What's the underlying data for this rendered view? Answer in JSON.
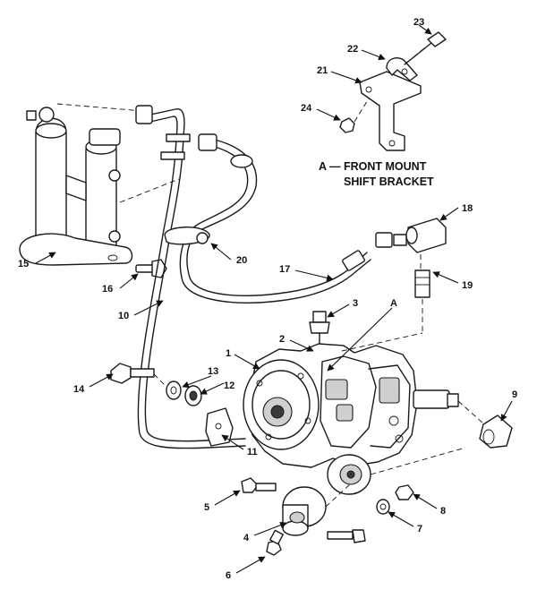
{
  "caption": {
    "prefix": "A —",
    "line1": "FRONT MOUNT",
    "line2": "SHIFT BRACKET"
  },
  "callouts": {
    "c1": "1",
    "c2": "2",
    "c3": "3",
    "c4": "4",
    "c5": "5",
    "c6": "6",
    "c7": "7",
    "c8": "8",
    "c9": "9",
    "c10": "10",
    "c11": "11",
    "c12": "12",
    "c13": "13",
    "c14": "14",
    "c15": "15",
    "c16": "16",
    "c17": "17",
    "c18": "18",
    "c19": "19",
    "c20": "20",
    "c21": "21",
    "c22": "22",
    "c23": "23",
    "c24": "24",
    "cA": "A"
  }
}
